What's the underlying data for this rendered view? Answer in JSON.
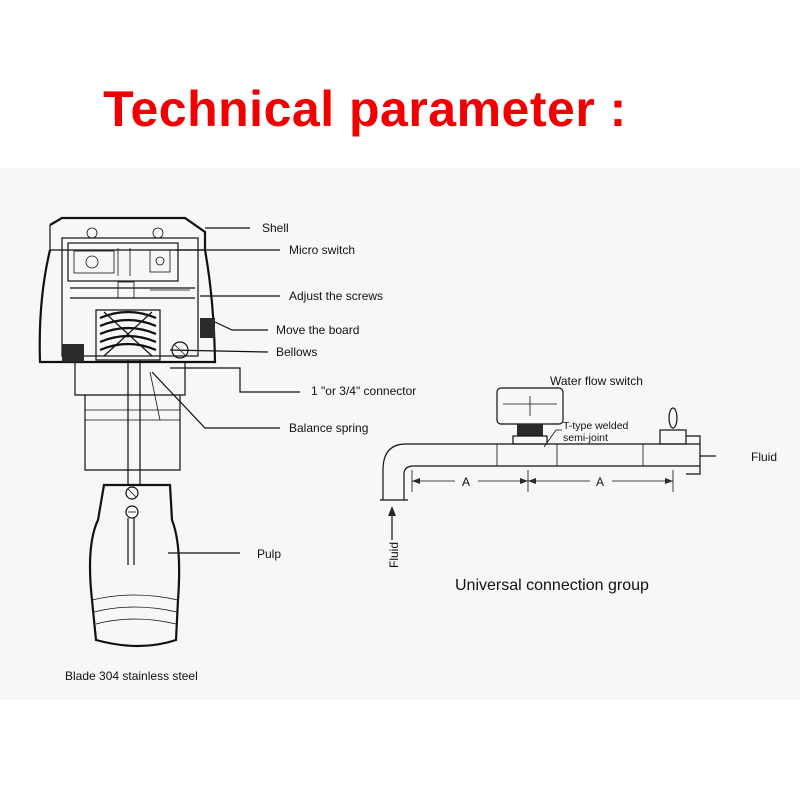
{
  "title": "Technical parameter :",
  "switch_labels": {
    "shell": "Shell",
    "micro_switch": "Micro switch",
    "adjust_screws": "Adjust the screws",
    "move_board": "Move the board",
    "bellows": "Bellows",
    "connector": "1 \"or 3/4\" connector",
    "balance_spring": "Balance spring",
    "pulp": "Pulp",
    "blade": "Blade 304 stainless steel"
  },
  "connection_labels": {
    "water_flow_switch": "Water flow switch",
    "t_type_line1": "T-type welded",
    "t_type_line2": "semi-joint",
    "dim_a_left": "A",
    "dim_a_right": "A",
    "fluid_out": "Fluid",
    "fluid_in": "Fluid",
    "group_caption": "Universal connection group"
  }
}
